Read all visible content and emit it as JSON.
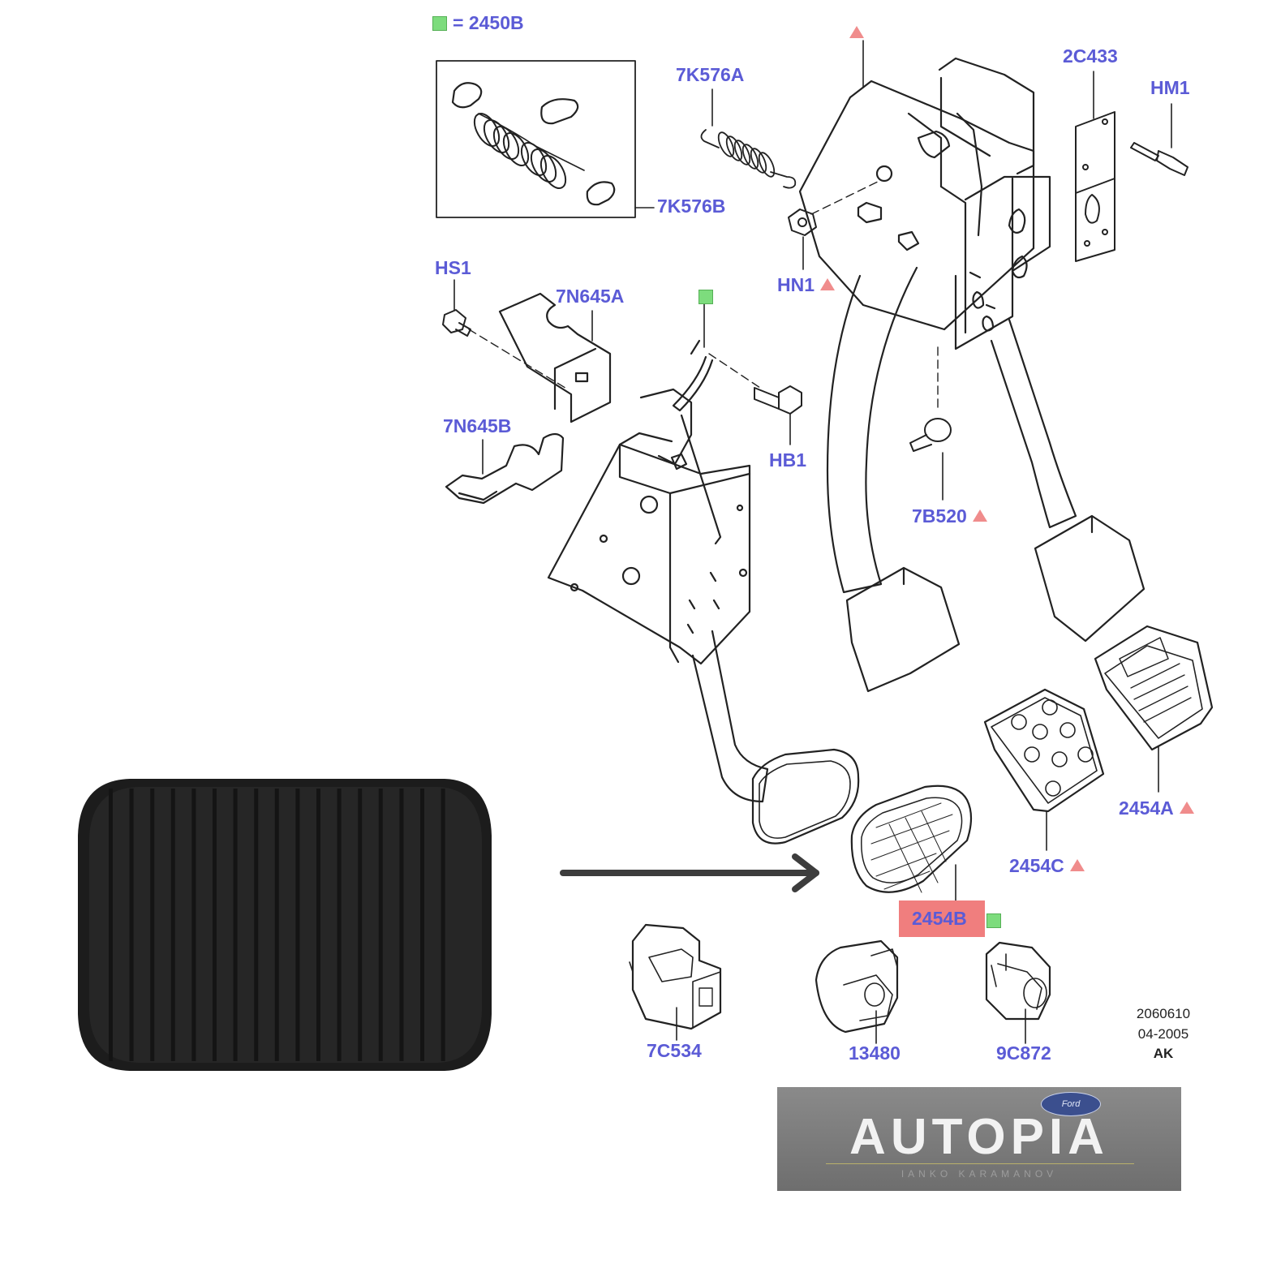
{
  "legend": {
    "equals_label": "= 2450B",
    "color": "#7ddc7d"
  },
  "parts": {
    "p_7k576a": "7K576A",
    "p_7k576b": "7K576B",
    "p_2c433": "2C433",
    "p_hm1": "HM1",
    "p_hs1": "HS1",
    "p_7n645a": "7N645A",
    "p_7n645b": "7N645B",
    "p_hn1": "HN1",
    "p_hb1": "HB1",
    "p_7b520": "7B520",
    "p_2454a": "2454A",
    "p_2454c": "2454C",
    "p_2454b": "2454B",
    "p_7c534": "7C534",
    "p_13480": "13480",
    "p_9c872": "9C872"
  },
  "stamp": {
    "number": "2060610",
    "date": "04-2005",
    "code": "AK"
  },
  "logo": {
    "text": "AUTOPIA",
    "subtitle": "IANKO KARAMANOV",
    "badge": "Ford"
  },
  "colors": {
    "label": "#5b5bd6",
    "highlight": "#f07e7e",
    "triangle": "#f08c8c",
    "pad": "#1c1c1c"
  }
}
